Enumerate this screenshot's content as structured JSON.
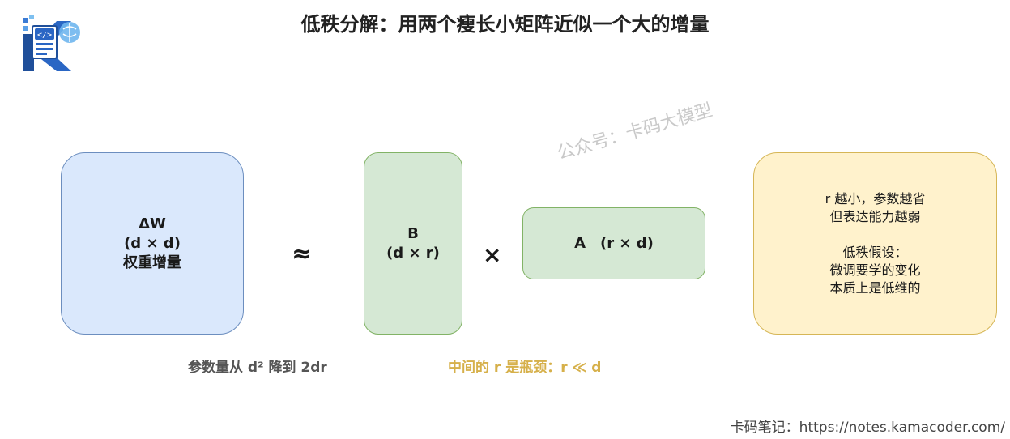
{
  "title": "低秩分解：用两个瘦长小矩阵近似一个大的增量",
  "watermark": "公众号：卡码大模型",
  "colors": {
    "delta_w_fill": "#dae8fc",
    "delta_w_border": "#6c8ebf",
    "matrix_fill": "#d5e8d4",
    "matrix_border": "#82b366",
    "note_fill": "#fff2cc",
    "note_border": "#d6b656",
    "bottleneck_caption": "#d6b04a"
  },
  "delta_w": {
    "line1": "ΔW",
    "line2": "(d × d)",
    "line3": "权重增量"
  },
  "approx_symbol": "≈",
  "matrix_b": {
    "line1": "B",
    "line2": "(d × r)"
  },
  "times_symbol": "×",
  "matrix_a": {
    "label": "A (r × d)"
  },
  "note": {
    "line1": "r 越小，参数越省",
    "line2": "但表达能力越弱",
    "line3": "低秩假设：",
    "line4": "微调要学的变化",
    "line5": "本质上是低维的"
  },
  "caption_params": "参数量从 d² 降到 2dr",
  "caption_bottleneck": "中间的 r 是瓶颈：r ≪ d",
  "footer": "卡码笔记：https://notes.kamacoder.com/",
  "logo_icon": "kamacoder-k-logo-icon"
}
